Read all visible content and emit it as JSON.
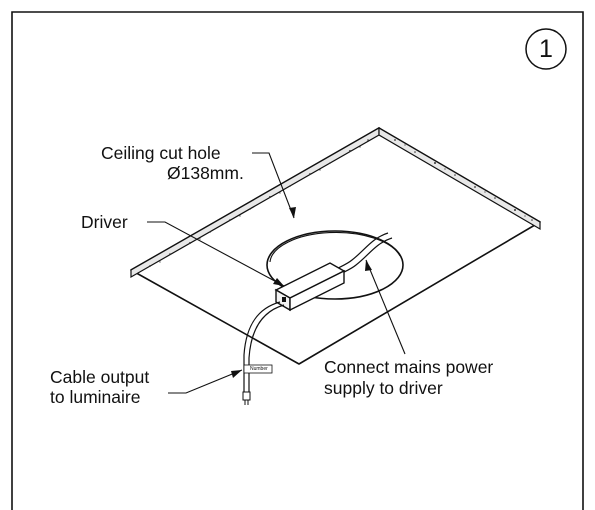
{
  "step_number": "1",
  "labels": {
    "ceiling_cut_hole_line1": "Ceiling cut hole",
    "ceiling_cut_hole_line2": "Ø138mm.",
    "driver": "Driver",
    "cable_output_line1": "Cable output",
    "cable_output_line2": "to luminaire",
    "connect_mains_line1": "Connect mains power",
    "connect_mains_line2": "supply to driver",
    "cable_tag": "Number"
  },
  "colors": {
    "ink": "#111111",
    "paper": "#ffffff"
  }
}
